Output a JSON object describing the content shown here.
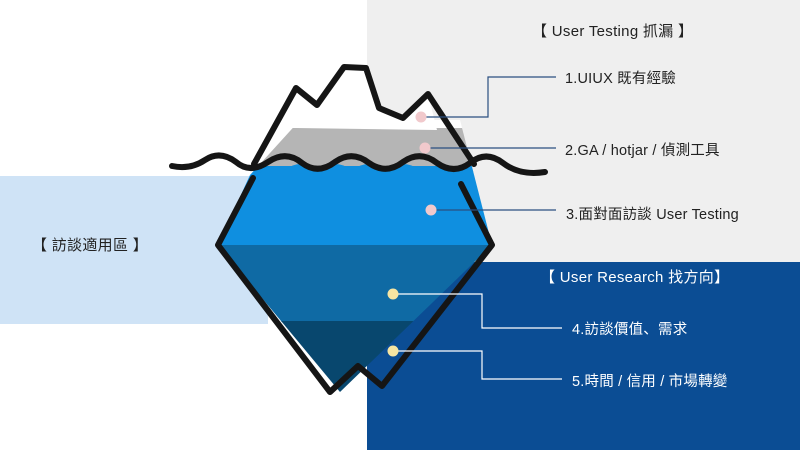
{
  "titles": {
    "user_testing": "【 User Testing 抓漏 】",
    "interview_area": "【 訪談適用區 】",
    "user_research": "【 User Research 找方向】"
  },
  "labels": [
    "1.UIUX 既有經驗",
    "2.GA / hotjar / 偵測工具",
    "3.面對面訪談 User Testing",
    "4.訪談價值、需求",
    "5.時間 / 信用 / 市場轉變"
  ],
  "colors": {
    "panel_light_gray": "#efefef",
    "panel_light_blue": "#cfe3f6",
    "panel_dark_blue": "#0b4d94",
    "iceberg_tip": "#ffffff",
    "iceberg_gray": "#b5b5b5",
    "iceberg_blue": "#0f8fe0",
    "iceberg_mid": "#0f6aa4",
    "iceberg_deep": "#08476e",
    "marker_pink": "#f1c9cc",
    "marker_yellow": "#f6e5a2",
    "outline": "#151515"
  }
}
